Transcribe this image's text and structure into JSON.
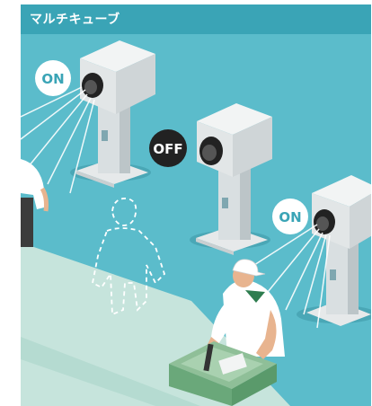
{
  "header": {
    "title": "マルチキューブ"
  },
  "badges": [
    {
      "label": "ON",
      "state": "on"
    },
    {
      "label": "OFF",
      "state": "off"
    },
    {
      "label": "ON",
      "state": "on"
    }
  ],
  "colors": {
    "header": "#3aa4b6",
    "background": "#5bbccb",
    "badge_on_bg": "#ffffff",
    "badge_on_text": "#3aa4b6",
    "badge_off_bg": "#222222",
    "badge_off_text": "#ffffff",
    "counter": "#c8e6de",
    "shirt_green": "#2e7d4f"
  }
}
